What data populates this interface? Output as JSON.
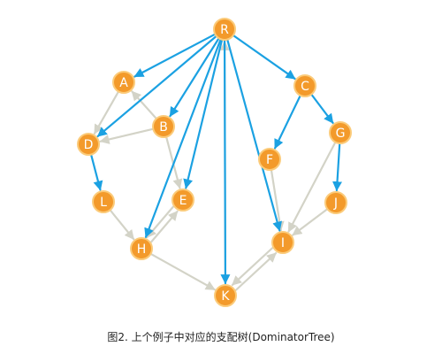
{
  "colors": {
    "node_fill": "#F39A2B",
    "node_stroke": "#FBCB7A",
    "node_text": "#FFFFFF",
    "dominator_edge": "#1BA1E2",
    "cfg_edge": "#D3D3C7",
    "background": "#FFFFFF"
  },
  "nodes": [
    "R",
    "A",
    "B",
    "C",
    "D",
    "E",
    "F",
    "G",
    "H",
    "I",
    "J",
    "K",
    "L"
  ],
  "edges": {
    "dominator_tree": [
      [
        "R",
        "A"
      ],
      [
        "R",
        "B"
      ],
      [
        "R",
        "C"
      ],
      [
        "R",
        "D"
      ],
      [
        "R",
        "E"
      ],
      [
        "R",
        "H"
      ],
      [
        "R",
        "I"
      ],
      [
        "R",
        "K"
      ],
      [
        "C",
        "F"
      ],
      [
        "C",
        "G"
      ],
      [
        "D",
        "L"
      ],
      [
        "G",
        "J"
      ]
    ],
    "control_flow": [
      [
        "A",
        "D"
      ],
      [
        "B",
        "A"
      ],
      [
        "B",
        "D"
      ],
      [
        "B",
        "E"
      ],
      [
        "E",
        "H"
      ],
      [
        "H",
        "E"
      ],
      [
        "L",
        "H"
      ],
      [
        "H",
        "K"
      ],
      [
        "K",
        "I"
      ],
      [
        "I",
        "K"
      ],
      [
        "K",
        "R"
      ],
      [
        "F",
        "I"
      ],
      [
        "G",
        "I"
      ],
      [
        "J",
        "I"
      ]
    ]
  },
  "caption": "图2. 上个例子中对应的支配树(DominatorTree)"
}
